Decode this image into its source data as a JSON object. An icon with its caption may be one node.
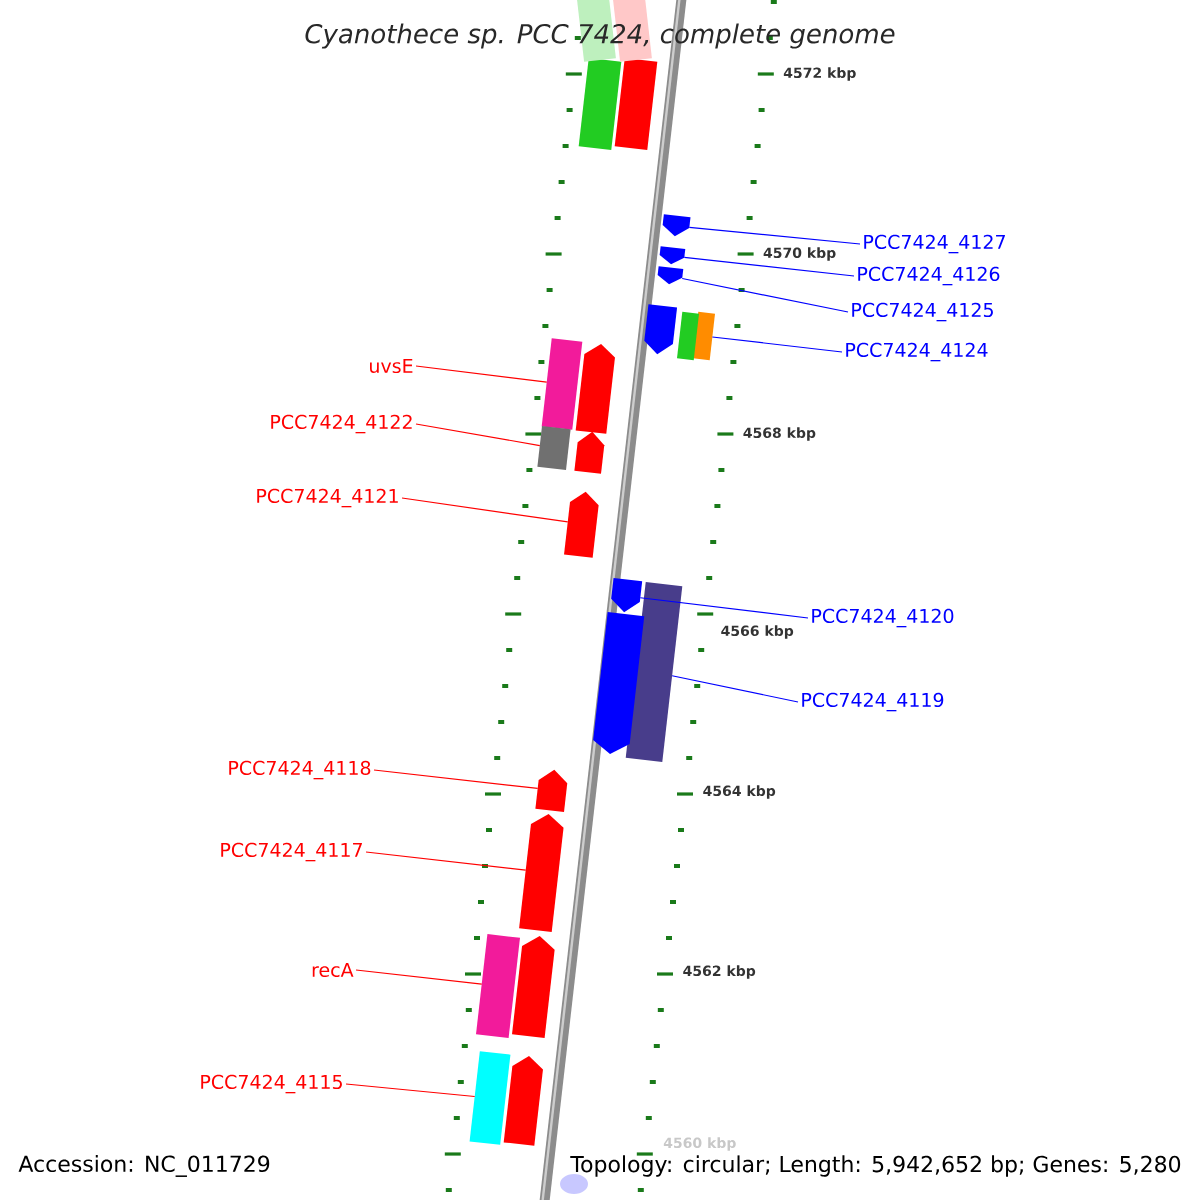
{
  "diagram": {
    "title": "Cyanothece sp. PCC 7424, complete genome",
    "nodes": [
      {
        "text": [
          "PCC7424_4127"
        ]
      },
      {
        "text": [
          "PCC7424_4126"
        ]
      },
      {
        "text": [
          "PCC7424_4125"
        ]
      },
      {
        "text": [
          "PCC7424_4124"
        ]
      },
      {
        "text": [
          "uvsE"
        ]
      },
      {
        "text": [
          "PCC7424_4122"
        ]
      },
      {
        "text": [
          "PCC7424_4121"
        ]
      },
      {
        "text": [
          "PCC7424_4120"
        ]
      },
      {
        "text": [
          "PCC7424_4119"
        ]
      },
      {
        "text": [
          "PCC7424_4118"
        ]
      },
      {
        "text": [
          "PCC7424_4117"
        ]
      },
      {
        "text": [
          "recA"
        ]
      },
      {
        "text": [
          "PCC7424_4115"
        ]
      },
      {
        "text": [],
        "shape": "pentagon"
      },
      {
        "text": [],
        "shape": "pentagon"
      },
      {
        "text": [],
        "shape": "pentagon"
      },
      {
        "text": [],
        "shape": "bar"
      },
      {
        "text": [],
        "shape": "bar"
      },
      {
        "text": [],
        "shape": "bar"
      },
      {
        "text": [],
        "shape": "pentagon"
      },
      {
        "text": [],
        "shape": "pentagon"
      },
      {
        "text": [],
        "shape": "bar"
      },
      {
        "text": [],
        "shape": "pentagon"
      },
      {
        "text": [],
        "shape": "pentagon"
      },
      {
        "text": [],
        "shape": "bar"
      },
      {
        "text": [],
        "shape": "bar"
      },
      {
        "text": [],
        "shape": "bar"
      },
      {
        "text": [],
        "shape": "bar"
      },
      {
        "text": [],
        "shape": "pentagon"
      },
      {
        "text": [],
        "shape": "bar"
      },
      {
        "text": [],
        "shape": "pentagon"
      },
      {
        "text": [],
        "shape": "pentagon"
      },
      {
        "text": [],
        "shape": "pentagon"
      },
      {
        "text": [],
        "shape": "pentagon"
      },
      {
        "text": [],
        "shape": "pentagon"
      },
      {
        "text": [],
        "shape": "circle"
      }
    ],
    "edges": [
      {
        "from": 0,
        "to": 13,
        "arrow": "none",
        "color": "#0000ff"
      },
      {
        "from": 1,
        "to": 14,
        "arrow": "none",
        "color": "#0000ff"
      },
      {
        "from": 2,
        "to": 15,
        "arrow": "none",
        "color": "#0000ff"
      },
      {
        "from": 3,
        "to": 16,
        "arrow": "none",
        "color": "#0000ff"
      },
      {
        "from": 4,
        "to": 17,
        "arrow": "none",
        "color": "#ff0000"
      },
      {
        "from": 5,
        "to": 18,
        "arrow": "none",
        "color": "#ff0000"
      },
      {
        "from": 6,
        "to": 19,
        "arrow": "none",
        "color": "#ff0000"
      },
      {
        "from": 7,
        "to": 20,
        "arrow": "none",
        "color": "#0000ff"
      },
      {
        "from": 8,
        "to": 21,
        "arrow": "none",
        "color": "#0000ff"
      },
      {
        "from": 9,
        "to": 22,
        "arrow": "none",
        "color": "#ff0000"
      },
      {
        "from": 10,
        "to": 23,
        "arrow": "none",
        "color": "#ff0000"
      },
      {
        "from": 11,
        "to": 24,
        "arrow": "none",
        "color": "#ff0000"
      },
      {
        "from": 12,
        "to": 25,
        "arrow": "none",
        "color": "#ff0000"
      }
    ],
    "labels": [
      "4572 kbp",
      "4570 kbp",
      "4568 kbp",
      "4566 kbp",
      "4564 kbp",
      "4562 kbp",
      "4560 kbp",
      "Accession: NC_011729",
      "Topology: circular; Length: 5,942,652 bp; Genes: 5,280"
    ]
  }
}
